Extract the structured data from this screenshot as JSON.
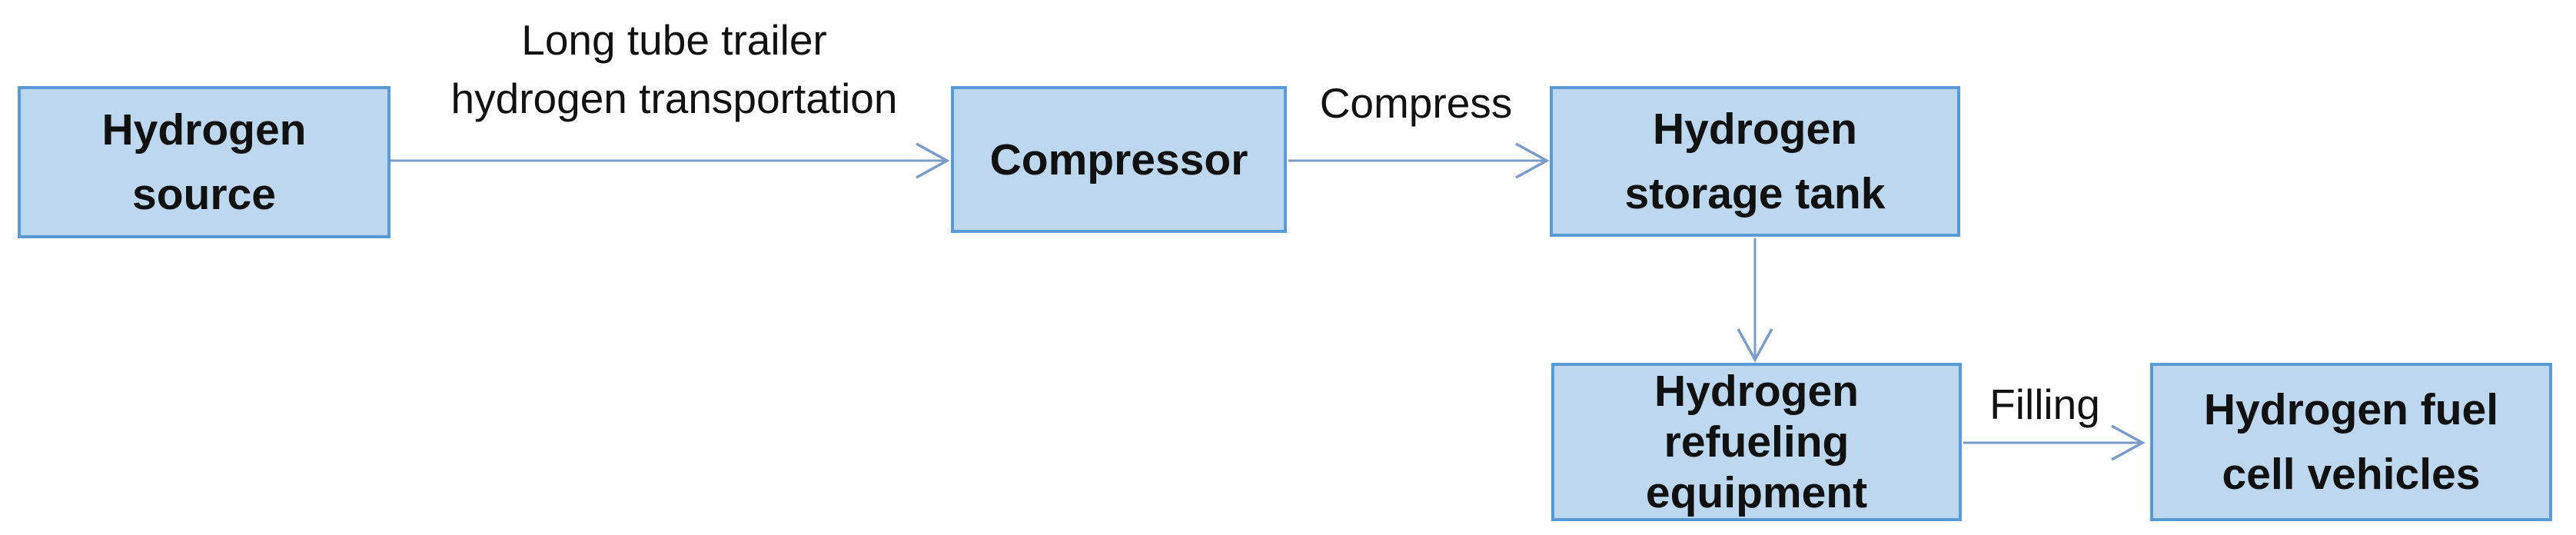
{
  "diagram": {
    "type": "flowchart",
    "nodes": [
      {
        "id": "hydrogen-source",
        "label": "Hydrogen source",
        "lines": [
          "Hydrogen",
          "source"
        ]
      },
      {
        "id": "compressor",
        "label": "Compressor",
        "lines": [
          "Compressor"
        ]
      },
      {
        "id": "hydrogen-storage-tank",
        "label": "Hydrogen storage tank",
        "lines": [
          "Hydrogen",
          "storage tank"
        ]
      },
      {
        "id": "hydrogen-refueling-equipment",
        "label": "Hydrogen refueling equipment",
        "lines": [
          "Hydrogen",
          "refueling",
          "equipment"
        ]
      },
      {
        "id": "hydrogen-fuel-cell-vehicles",
        "label": "Hydrogen fuel cell vehicles",
        "lines": [
          "Hydrogen fuel",
          "cell vehicles"
        ]
      }
    ],
    "edges": [
      {
        "from": "hydrogen-source",
        "to": "compressor",
        "label": "Long tube trailer hydrogen transportation",
        "label_lines": [
          "Long tube trailer",
          "hydrogen transportation"
        ],
        "direction": "right"
      },
      {
        "from": "compressor",
        "to": "hydrogen-storage-tank",
        "label": "Compress",
        "direction": "right"
      },
      {
        "from": "hydrogen-storage-tank",
        "to": "hydrogen-refueling-equipment",
        "label": "",
        "direction": "down"
      },
      {
        "from": "hydrogen-refueling-equipment",
        "to": "hydrogen-fuel-cell-vehicles",
        "label": "Filling",
        "direction": "right"
      }
    ],
    "colors": {
      "node_fill": "#BDD7EE",
      "node_border": "#5B9BD5",
      "arrow": "#7B9CC9",
      "text": "#111111",
      "background": "#FFFFFF"
    }
  }
}
